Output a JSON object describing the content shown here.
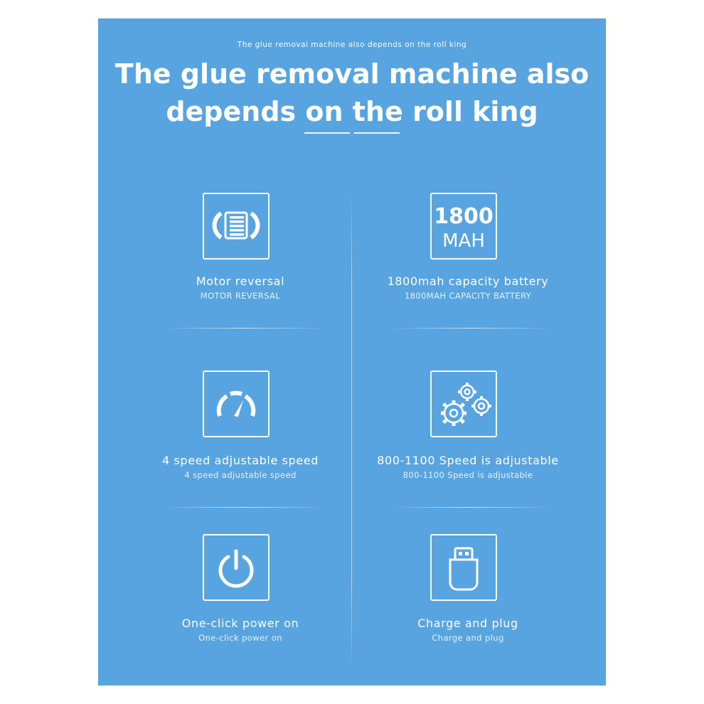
{
  "header": {
    "subtitle": "The glue removal machine also depends on the roll king",
    "title_line1": "The glue removal machine also",
    "title_line2": "depends on the roll king"
  },
  "features": [
    {
      "main": "Motor reversal",
      "sub": "MOTOR REVERSAL",
      "icon": "motor-reversal-icon"
    },
    {
      "main": "1800mah capacity battery",
      "sub": "1800MAH CAPACITY BATTERY",
      "icon": "battery-capacity-icon",
      "icon_text_big": "1800",
      "icon_text_small": "MAH"
    },
    {
      "main": "4 speed adjustable speed",
      "sub": "4 speed adjustable speed",
      "icon": "speedometer-icon"
    },
    {
      "main": "800-1100 Speed is adjustable",
      "sub": "800-1100 Speed is adjustable",
      "icon": "gears-icon"
    },
    {
      "main": "One-click power on",
      "sub": "One-click power on",
      "icon": "power-icon"
    },
    {
      "main": "Charge and plug",
      "sub": "Charge and plug",
      "icon": "usb-plug-icon"
    }
  ],
  "colors": {
    "panel_background": "#58a4e0",
    "text": "#ffffff",
    "page_background": "#ffffff"
  }
}
